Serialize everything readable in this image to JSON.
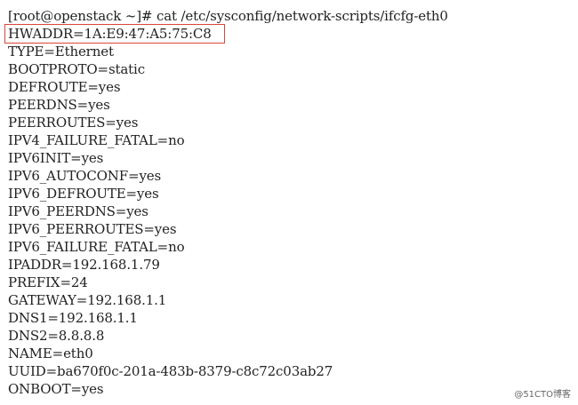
{
  "terminal": {
    "lines": [
      "[root@openstack ~]# cat /etc/sysconfig/network-scripts/ifcfg-eth0",
      "HWADDR=1A:E9:47:A5:75:C8",
      "TYPE=Ethernet",
      "BOOTPROTO=static",
      "DEFROUTE=yes",
      "PEERDNS=yes",
      "PEERROUTES=yes",
      "IPV4_FAILURE_FATAL=no",
      "IPV6INIT=yes",
      "IPV6_AUTOCONF=yes",
      "IPV6_DEFROUTE=yes",
      "IPV6_PEERDNS=yes",
      "IPV6_PEERROUTES=yes",
      "IPV6_FAILURE_FATAL=no",
      "IPADDR=192.168.1.79",
      "PREFIX=24",
      "GATEWAY=192.168.1.1",
      "DNS1=192.168.1.1",
      "DNS2=8.8.8.8",
      "NAME=eth0",
      "UUID=ba670f0c-201a-483b-8379-c8c72c03ab27",
      "ONBOOT=yes"
    ]
  },
  "highlight": {
    "color": "#d9453a",
    "highlighted_line_index": 1
  },
  "watermark": {
    "text": "@51CTO博客"
  }
}
